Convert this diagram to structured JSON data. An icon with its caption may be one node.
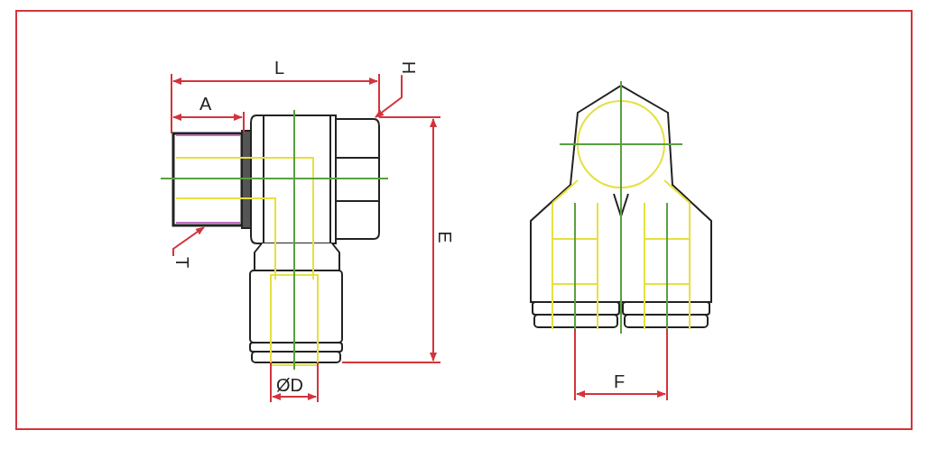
{
  "diagram": {
    "nodes": [
      {
        "text": [
          "H"
        ]
      },
      {
        "text": [
          "T"
        ]
      }
    ],
    "edges": [
      {
        "from": 0,
        "to": null,
        "arrow": "to"
      },
      {
        "from": 1,
        "to": null,
        "arrow": "to"
      }
    ],
    "labels": [
      "L",
      "A",
      "E",
      "ØD",
      "F"
    ]
  }
}
